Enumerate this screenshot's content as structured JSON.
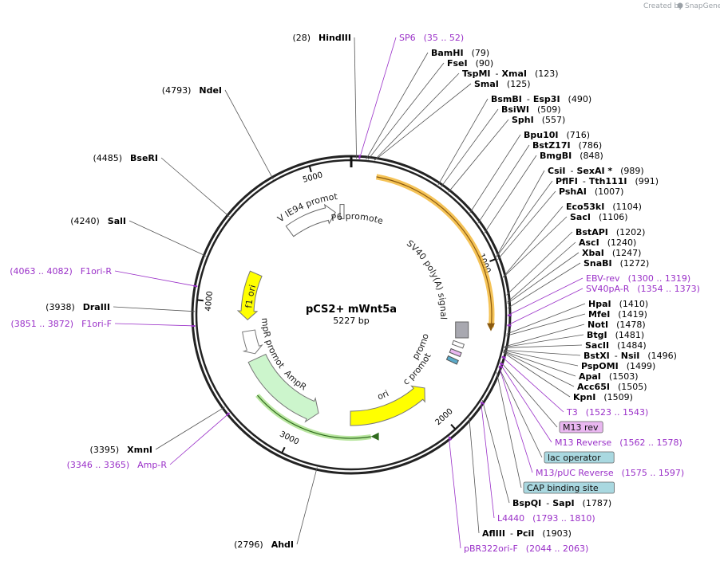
{
  "credit": {
    "text": "Created by",
    "brand": "SnapGene"
  },
  "plasmid": {
    "name": "pCS2+ mWnt5a",
    "length_label": "5227 bp",
    "length": 5227
  },
  "ticks": [
    {
      "label": "1000",
      "pos": 1000
    },
    {
      "label": "2000",
      "pos": 2000
    },
    {
      "label": "3000",
      "pos": 3000
    },
    {
      "label": "4000",
      "pos": 4000
    },
    {
      "label": "5000",
      "pos": 5000
    }
  ],
  "features": [
    {
      "name": "SV40 poly(A) signal",
      "start": 140,
      "end": 1400,
      "color": "#f3b93a",
      "stroke": "#c8861a",
      "kind": "outer"
    },
    {
      "name": "SP6 promoter",
      "start": 5125,
      "end": 5175,
      "color": "#ffffff",
      "kind": "small"
    },
    {
      "name": "CMV IE94 promoter",
      "kind": "inner"
    },
    {
      "name": "f1 ori",
      "kind": "inner"
    },
    {
      "name": "AmpR promoter",
      "kind": "inner"
    },
    {
      "name": "AmpR",
      "kind": "inner"
    },
    {
      "name": "ori",
      "kind": "inner"
    },
    {
      "name": "T3 promoter",
      "kind": "small"
    },
    {
      "name": "lac promoter",
      "kind": "small"
    }
  ],
  "colors": {
    "ori": "#ffff00",
    "ampr": "#ccf5cc",
    "cmv": "#ffffff",
    "polyA": "#f3b93a",
    "amp_primer": "#6cb33f",
    "primer": "#9a30c8",
    "boxed_m13": "#e9b7f0",
    "boxed_lac": "#a9d8e0"
  },
  "right_labels": [
    {
      "id": "sp6",
      "text": "SP6",
      "pos": "(35 .. 52)",
      "type": "primer"
    },
    {
      "id": "bamhi",
      "text": "BamHI",
      "pos": "(79)",
      "type": "site"
    },
    {
      "id": "fsei",
      "text": "FseI",
      "pos": "(90)",
      "type": "site"
    },
    {
      "id": "tspmi",
      "text": "TspMI",
      "partner": "XmaI",
      "pos": "(123)",
      "type": "site"
    },
    {
      "id": "smai",
      "text": "SmaI",
      "pos": "(125)",
      "type": "site"
    },
    {
      "id": "bsmbi",
      "text": "BsmBI",
      "partner": "Esp3I",
      "pos": "(490)",
      "type": "site"
    },
    {
      "id": "bsiwi",
      "text": "BsiWI",
      "pos": "(509)",
      "type": "site"
    },
    {
      "id": "sphi",
      "text": "SphI",
      "pos": "(557)",
      "type": "site"
    },
    {
      "id": "bpu10i",
      "text": "Bpu10I",
      "pos": "(716)",
      "type": "site"
    },
    {
      "id": "bstz17i",
      "text": "BstZ17I",
      "pos": "(786)",
      "type": "site"
    },
    {
      "id": "bmgbi",
      "text": "BmgBI",
      "pos": "(848)",
      "type": "site"
    },
    {
      "id": "csii",
      "text": "CsiI",
      "partner": "SexAI *",
      "pos": "(989)",
      "type": "site"
    },
    {
      "id": "pflfi",
      "text": "PflFI",
      "partner": "Tth111I",
      "pos": "(991)",
      "type": "site"
    },
    {
      "id": "pshai",
      "text": "PshAI",
      "pos": "(1007)",
      "type": "site"
    },
    {
      "id": "eco53ki",
      "text": "Eco53kI",
      "pos": "(1104)",
      "type": "site"
    },
    {
      "id": "saci",
      "text": "SacI",
      "pos": "(1106)",
      "type": "site"
    },
    {
      "id": "bstapi",
      "text": "BstAPI",
      "pos": "(1202)",
      "type": "site"
    },
    {
      "id": "asci",
      "text": "AscI",
      "pos": "(1240)",
      "type": "site"
    },
    {
      "id": "xbai",
      "text": "XbaI",
      "pos": "(1247)",
      "type": "site"
    },
    {
      "id": "snabi",
      "text": "SnaBI",
      "pos": "(1272)",
      "type": "site"
    },
    {
      "id": "ebvrev",
      "text": "EBV-rev",
      "pos": "(1300 .. 1319)",
      "type": "primer"
    },
    {
      "id": "sv40par",
      "text": "SV40pA-R",
      "pos": "(1354 .. 1373)",
      "type": "primer"
    },
    {
      "id": "hpai",
      "text": "HpaI",
      "pos": "(1410)",
      "type": "site"
    },
    {
      "id": "mfei",
      "text": "MfeI",
      "pos": "(1419)",
      "type": "site"
    },
    {
      "id": "noti",
      "text": "NotI",
      "pos": "(1478)",
      "type": "site"
    },
    {
      "id": "btgi",
      "text": "BtgI",
      "pos": "(1481)",
      "type": "site"
    },
    {
      "id": "sacii",
      "text": "SacII",
      "pos": "(1484)",
      "type": "site"
    },
    {
      "id": "bstxi",
      "text": "BstXI",
      "partner": "NsiI",
      "pos": "(1496)",
      "type": "site"
    },
    {
      "id": "pspomi",
      "text": "PspOMI",
      "pos": "(1499)",
      "type": "site"
    },
    {
      "id": "apai",
      "text": "ApaI",
      "pos": "(1503)",
      "type": "site"
    },
    {
      "id": "acc65i",
      "text": "Acc65I",
      "pos": "(1505)",
      "type": "site"
    },
    {
      "id": "kpni",
      "text": "KpnI",
      "pos": "(1509)",
      "type": "site"
    },
    {
      "id": "t3",
      "text": "T3",
      "pos": "(1523 .. 1543)",
      "type": "primer"
    },
    {
      "id": "m13rev_box",
      "text": "M13 rev",
      "pos": "",
      "type": "box_m13"
    },
    {
      "id": "m13reverse",
      "text": "M13 Reverse",
      "pos": "(1562 .. 1578)",
      "type": "primer"
    },
    {
      "id": "lacop_box",
      "text": "lac operator",
      "pos": "",
      "type": "box_lac"
    },
    {
      "id": "m13puc",
      "text": "M13/pUC Reverse",
      "pos": "(1575 .. 1597)",
      "type": "primer"
    },
    {
      "id": "cap_box",
      "text": "CAP binding site",
      "pos": "",
      "type": "box_lac"
    },
    {
      "id": "bspqi",
      "text": "BspQI",
      "partner": "SapI",
      "pos": "(1787)",
      "type": "site"
    },
    {
      "id": "l4440",
      "text": "L4440",
      "pos": "(1793 .. 1810)",
      "type": "primer"
    },
    {
      "id": "afliii",
      "text": "AflIII",
      "partner": "PciI",
      "pos": "(1903)",
      "type": "site"
    },
    {
      "id": "pbr322",
      "text": "pBR322ori-F",
      "pos": "(2044 .. 2063)",
      "type": "primer"
    }
  ],
  "left_labels": [
    {
      "id": "hindiii",
      "text": "HindIII",
      "pos": "(28)",
      "type": "site"
    },
    {
      "id": "ndei",
      "text": "NdeI",
      "pos": "(4793)",
      "type": "site"
    },
    {
      "id": "bseri",
      "text": "BseRI",
      "pos": "(4485)",
      "type": "site"
    },
    {
      "id": "sali",
      "text": "SalI",
      "pos": "(4240)",
      "type": "site"
    },
    {
      "id": "f1orir",
      "text": "F1ori-R",
      "pos": "(4063 .. 4082)",
      "type": "primer"
    },
    {
      "id": "draiii",
      "text": "DraIII",
      "pos": "(3938)",
      "type": "site"
    },
    {
      "id": "f1orif",
      "text": "F1ori-F",
      "pos": "(3851 .. 3872)",
      "type": "primer"
    },
    {
      "id": "xmni",
      "text": "XmnI",
      "pos": "(3395)",
      "type": "site"
    },
    {
      "id": "ampr_primer",
      "text": "Amp-R",
      "pos": "(3346 .. 3365)",
      "type": "primer"
    },
    {
      "id": "ahdi",
      "text": "AhdI",
      "pos": "(2796)",
      "type": "site"
    }
  ]
}
